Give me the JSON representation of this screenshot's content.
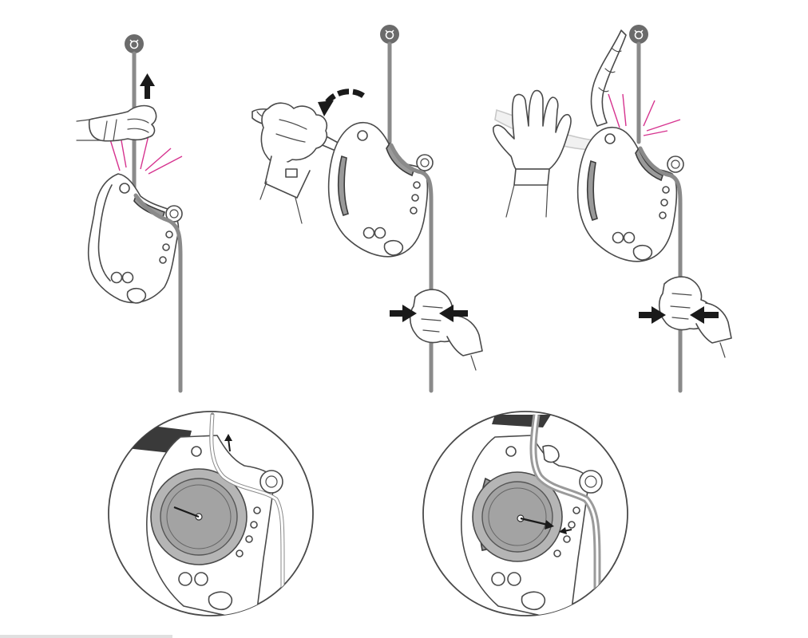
{
  "figure": {
    "panels": [
      {
        "id": "step-1",
        "action": "pull-rope-up"
      },
      {
        "id": "step-2",
        "action": "open-handle-while-holding-rope"
      },
      {
        "id": "step-3",
        "action": "release-handle-while-holding-rope"
      }
    ],
    "details": [
      {
        "id": "detail-1",
        "motion": "rope-moves-up"
      },
      {
        "id": "detail-2",
        "motion": "cam-pinches-rope"
      }
    ],
    "colors": {
      "rope": "#8a8a8a",
      "outline": "#4a4a4a",
      "cam_fill": "#9a9a9a",
      "anchor": "#6b6b6b",
      "friction_lines": "#d6338f",
      "arrows": "#1a1a1a",
      "ghost_handle": "#c8c8c8"
    },
    "icons": [
      "anchor-point-icon",
      "up-arrow-icon",
      "curved-arrow-icon",
      "squeeze-arrow-icon",
      "hand-icon",
      "glove-icon"
    ]
  }
}
